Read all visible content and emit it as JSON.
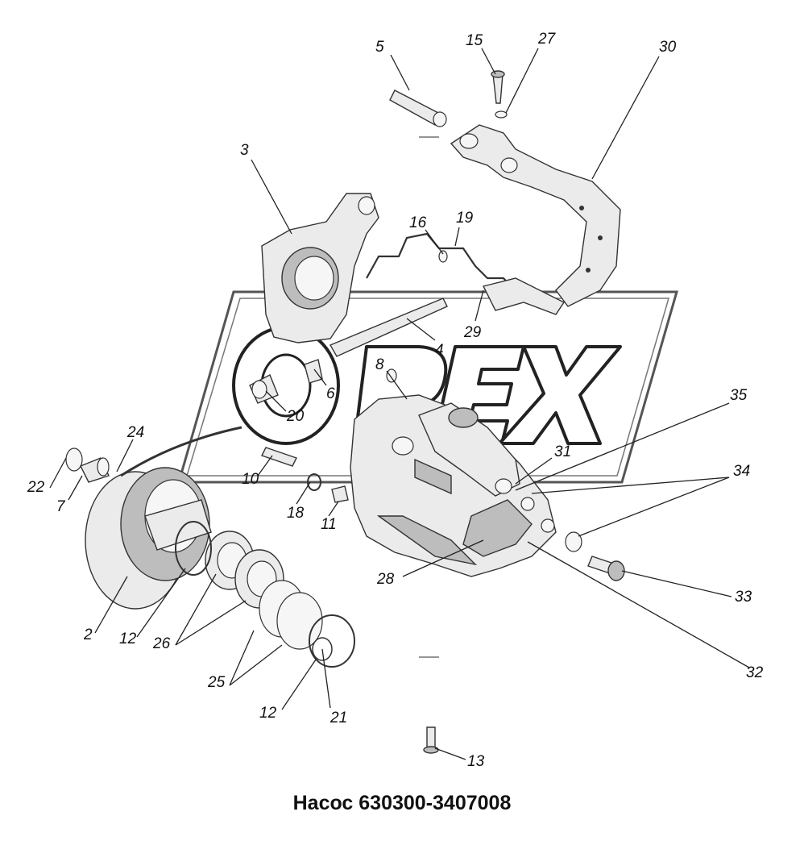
{
  "caption": "Насос 630300-3407008",
  "callouts": [
    {
      "id": "c5",
      "text": "5"
    },
    {
      "id": "c15",
      "text": "15"
    },
    {
      "id": "c27",
      "text": "27"
    },
    {
      "id": "c30",
      "text": "30"
    },
    {
      "id": "c3",
      "text": "3"
    },
    {
      "id": "c16",
      "text": "16"
    },
    {
      "id": "c19",
      "text": "19"
    },
    {
      "id": "c29",
      "text": "29"
    },
    {
      "id": "c4",
      "text": "4"
    },
    {
      "id": "c8",
      "text": "8"
    },
    {
      "id": "c6",
      "text": "6"
    },
    {
      "id": "c20",
      "text": "20"
    },
    {
      "id": "c35",
      "text": "35"
    },
    {
      "id": "c24",
      "text": "24"
    },
    {
      "id": "c22",
      "text": "22"
    },
    {
      "id": "c7",
      "text": "7"
    },
    {
      "id": "c10",
      "text": "10"
    },
    {
      "id": "c31",
      "text": "31"
    },
    {
      "id": "c34",
      "text": "34"
    },
    {
      "id": "c18",
      "text": "18"
    },
    {
      "id": "c11",
      "text": "11"
    },
    {
      "id": "c33",
      "text": "33"
    },
    {
      "id": "c28",
      "text": "28"
    },
    {
      "id": "c2",
      "text": "2"
    },
    {
      "id": "c12a",
      "text": "12"
    },
    {
      "id": "c26",
      "text": "26"
    },
    {
      "id": "c32",
      "text": "32"
    },
    {
      "id": "c25",
      "text": "25"
    },
    {
      "id": "c12b",
      "text": "12"
    },
    {
      "id": "c21",
      "text": "21"
    },
    {
      "id": "c13",
      "text": "13"
    }
  ],
  "watermark": {
    "text": "OPEX"
  }
}
